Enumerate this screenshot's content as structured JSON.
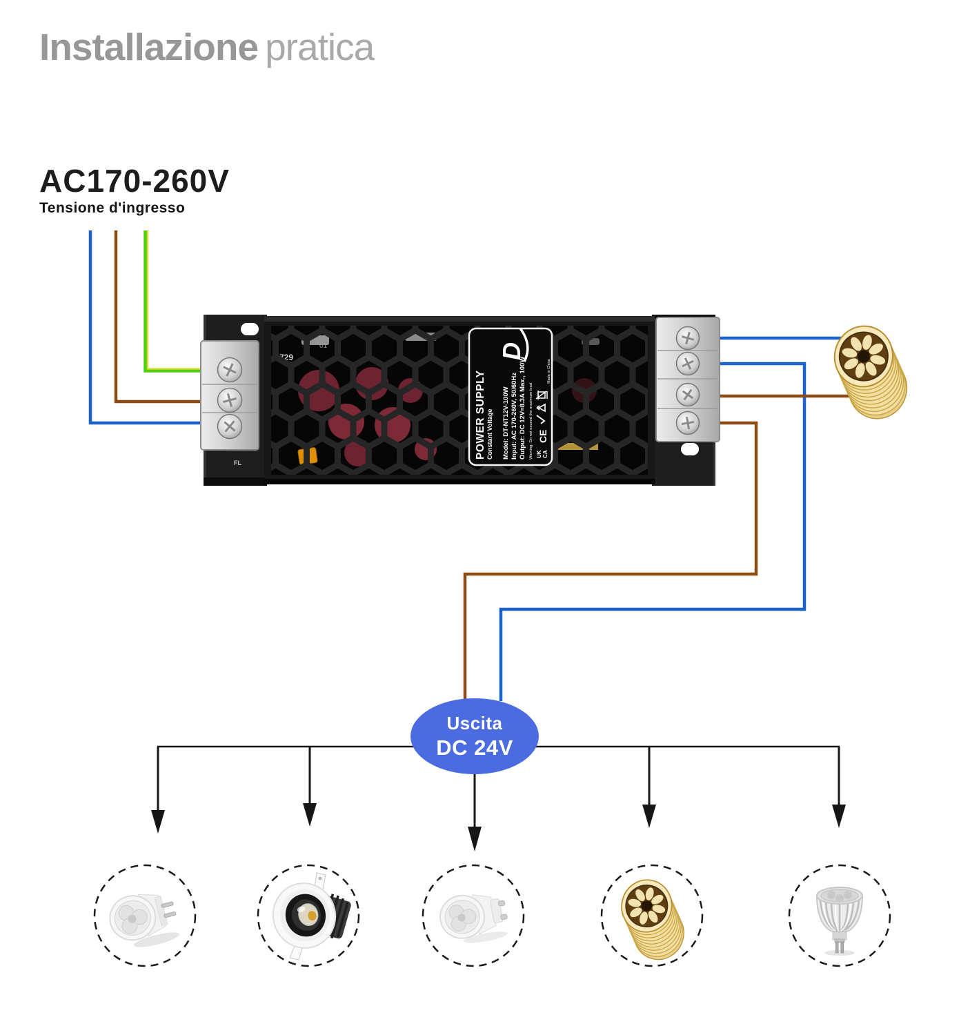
{
  "page": {
    "title_bold": "Installazione",
    "title_light": "pratica"
  },
  "input_section": {
    "voltage": "AC170-260V",
    "caption": "Tensione d'ingresso"
  },
  "power_supply": {
    "label": {
      "logo_letter": "D",
      "product": "POWER SUPPLY",
      "subtitle": "Constant Voltage",
      "model": "Model: DT-NT12V-100W",
      "input": "Input: AC 170-260V, 50/60Hz",
      "output": "Output: DC 12V=8.3A Max., 100W",
      "warning": "Warning: Do not exceed the maximum load",
      "origin": "Made in China",
      "marks": {
        "ukca_line1": "UK",
        "ukca_line2": "CA",
        "ce": "CE"
      }
    },
    "board_marks": {
      "ref1": "729",
      "ref2": "01",
      "ref3": "FL"
    }
  },
  "output_bubble": {
    "line1": "Uscita",
    "line2": "DC 24V"
  },
  "colors": {
    "wire-blue": "#1b63c8",
    "wire-brown": "#8a4b15",
    "wire-green": "#4fd112",
    "wire-yellow": "#e0d838",
    "bubble-blue": "#4a6ce0"
  },
  "lamps": [
    {
      "name": "mr16-spotlight"
    },
    {
      "name": "recessed-downlight"
    },
    {
      "name": "gu10-spotlight"
    },
    {
      "name": "led-strip-reel"
    },
    {
      "name": "mr11-glass-spotlight"
    }
  ]
}
